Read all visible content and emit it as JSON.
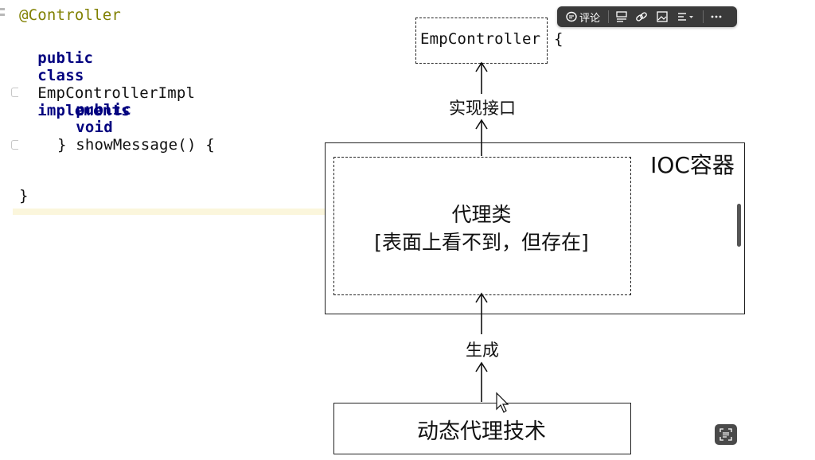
{
  "code": {
    "annotation": "@Controller",
    "line2": {
      "kw_public": "public",
      "kw_class": "class",
      "class_name": "EmpControllerImpl",
      "kw_implements": "implements",
      "interface_name": "EmpController",
      "open_brace": "{"
    },
    "line3": {
      "kw_public": "public",
      "kw_void": "void",
      "method": "showMessage() {"
    },
    "method_close": "}",
    "class_close": "}"
  },
  "diagram": {
    "implements_label": "实现接口",
    "ioc_label": "IOC容器",
    "proxy_title": "代理类",
    "proxy_note": "[表面上看不到，但存在]",
    "generate_label": "生成",
    "tech_label": "动态代理技术"
  },
  "toolbar": {
    "comment_label": "评论",
    "icons": [
      "comment-icon",
      "paragraph-icon",
      "link-icon",
      "image-icon",
      "align-icon",
      "more-icon"
    ]
  },
  "colors": {
    "annotation": "#808000",
    "keyword": "#00007f",
    "toolbar_bg": "#3a3a3a"
  }
}
